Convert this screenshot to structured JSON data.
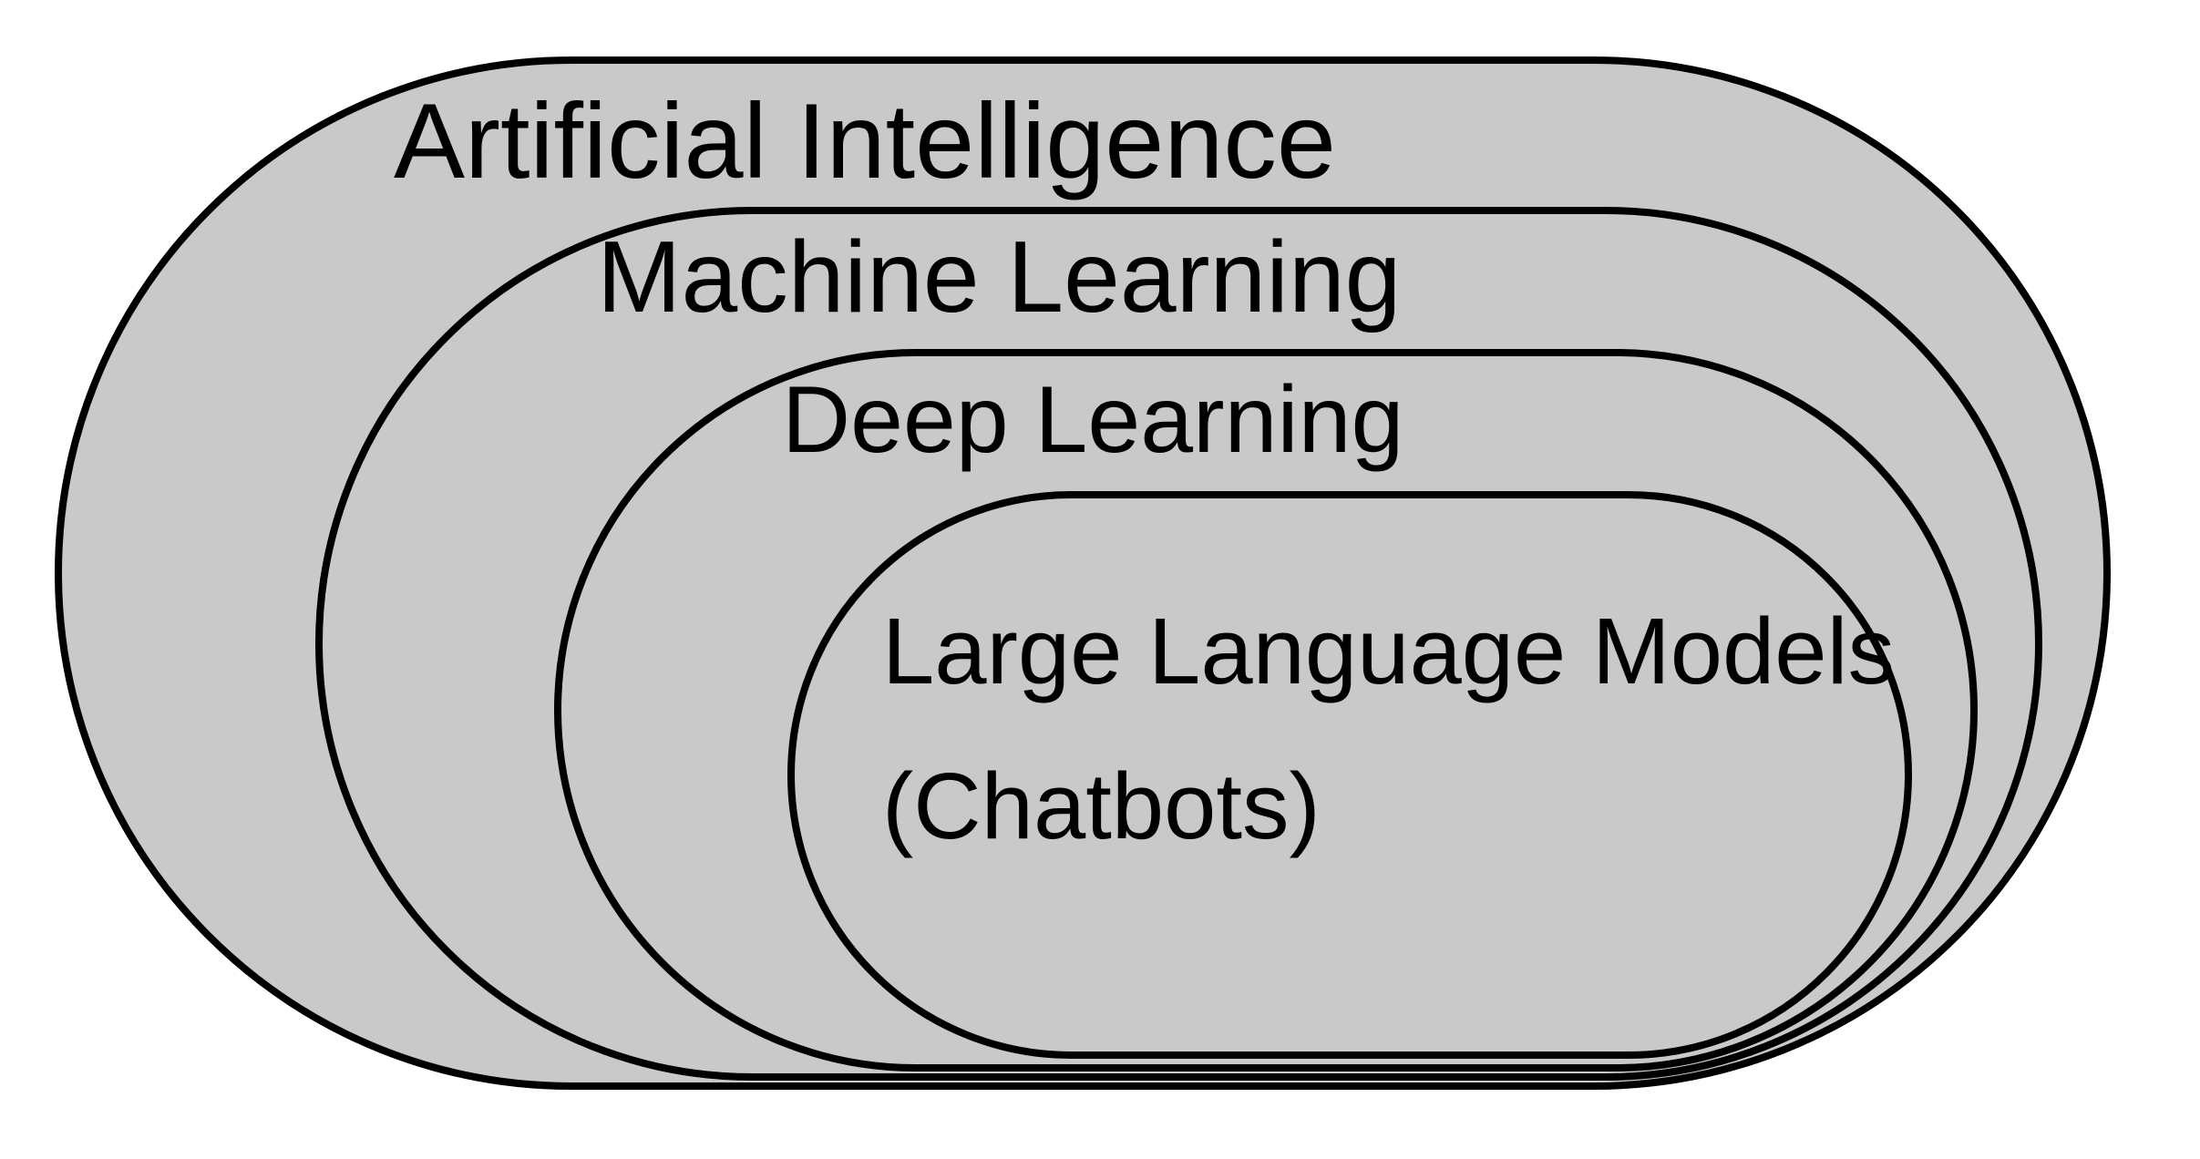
{
  "diagram": {
    "type": "nested-sets",
    "levels": [
      {
        "label": "Artificial Intelligence"
      },
      {
        "label": "Machine Learning"
      },
      {
        "label": "Deep Learning"
      },
      {
        "label": "Large Language Models",
        "sublabel": "(Chatbots)"
      }
    ]
  },
  "colors": {
    "background": "#ffffff",
    "fill": "#c9c9c9",
    "stroke": "#000000",
    "text": "#000000"
  }
}
